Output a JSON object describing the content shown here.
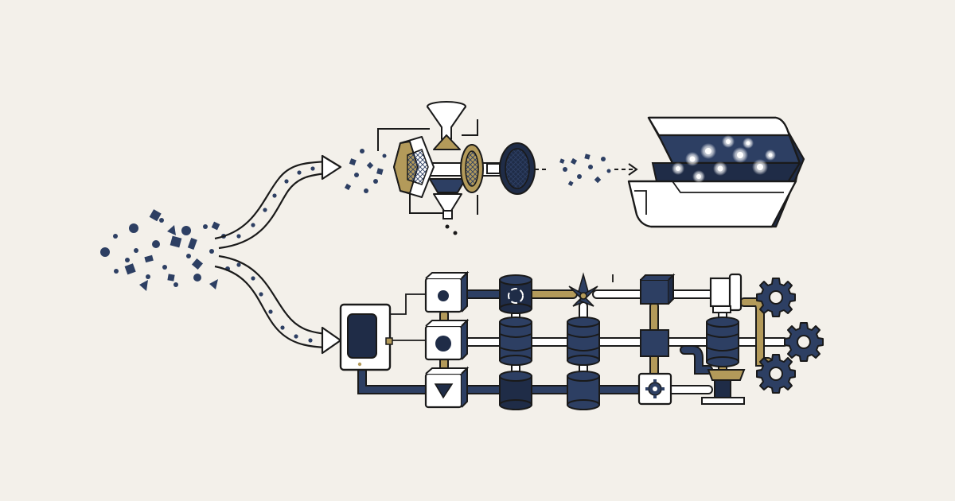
{
  "canvas": {
    "background": "#f3f0ea"
  },
  "palette": {
    "navy": "#2d3f63",
    "navy_dark": "#1f2c47",
    "gold": "#b39a5a",
    "outline": "#1a1a1a",
    "paper": "#fbfaf6",
    "glow": "#ffffff"
  },
  "illustration": {
    "source": "scattered-particles",
    "branches": [
      "upper-branch",
      "lower-branch"
    ],
    "upper_branch": {
      "stages": [
        "funnel",
        "prism-filter",
        "mesh-sieve"
      ],
      "output": "open-storage-box-with-glowing-dots"
    },
    "lower_branch": {
      "stages": [
        "input-module",
        "processing-blocks",
        "database-cylinders",
        "valves",
        "gears"
      ],
      "output": "gear-cluster"
    }
  }
}
